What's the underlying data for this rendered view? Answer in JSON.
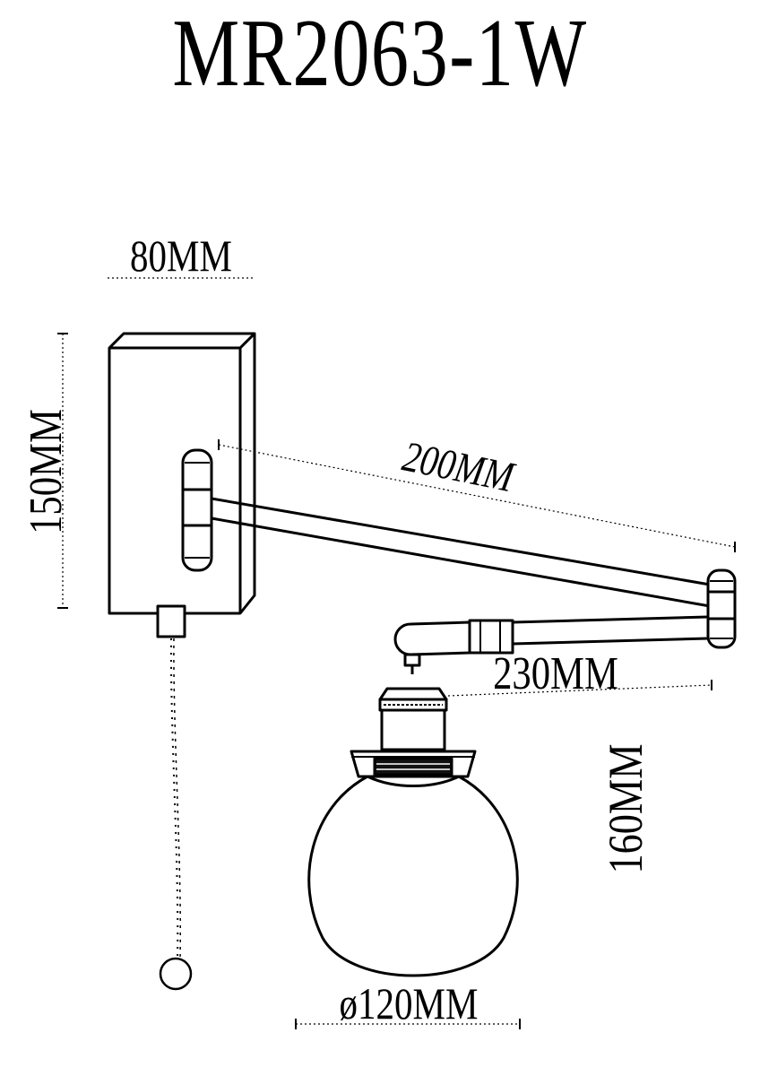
{
  "title": "MR2063-1W",
  "dimensions": {
    "box_width": "80MM",
    "box_height": "150MM",
    "arm_length": "200MM",
    "reach": "230MM",
    "shade_height": "160MM",
    "shade_diameter": "ø120MM"
  }
}
